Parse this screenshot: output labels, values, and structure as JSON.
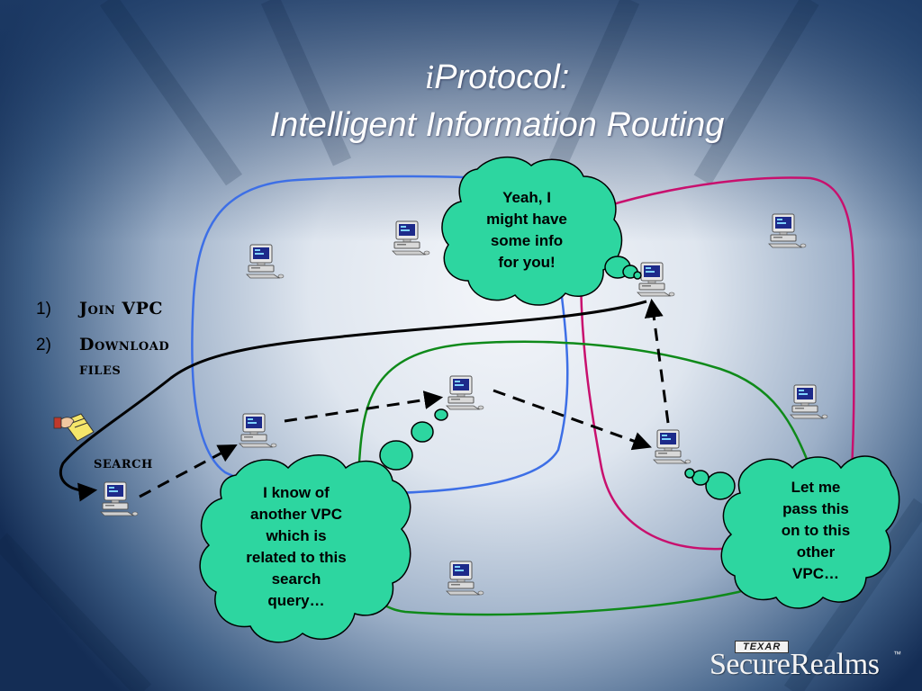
{
  "title": {
    "line1_glyph": "i",
    "line1_text": "Protocol:",
    "line2": "Intelligent Information Routing"
  },
  "steps": [
    {
      "number": "1)",
      "label_line1": "Join VPC"
    },
    {
      "number": "2)",
      "label_line1": "Download",
      "label_line2": "files"
    }
  ],
  "search_label": "search",
  "bubbles": {
    "top": [
      "Yeah, I",
      "might have",
      "some info",
      "for you!"
    ],
    "left": [
      "I know of",
      "another VPC",
      "which is",
      "related to this",
      "search",
      "query…"
    ],
    "right": [
      "Let me",
      "pass this",
      "on to this",
      "other",
      "VPC…"
    ]
  },
  "logo": {
    "badge": "TEXAR",
    "name": "SecureRealms",
    "tm": "™"
  },
  "colors": {
    "bubble_fill": "#2dd6a0",
    "vpc_blue": "#3d6fe6",
    "vpc_magenta": "#c8106e",
    "vpc_green": "#0f8a1a",
    "path": "#000000",
    "title_text": "#ffffff"
  },
  "icons": {
    "computer": "desktop-computer-icon",
    "hand_note": "hand-holding-note-icon"
  }
}
